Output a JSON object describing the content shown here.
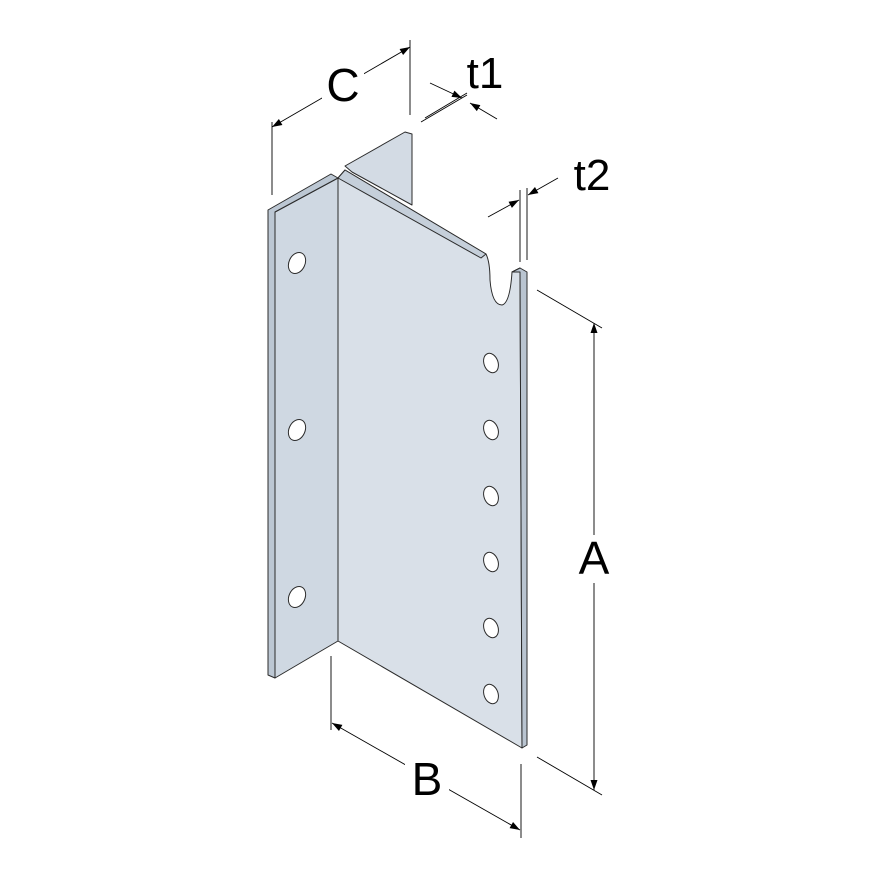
{
  "diagram": {
    "subject": "bracket",
    "colors": {
      "face": "#d9e0e8",
      "flange": "#cdd6e0",
      "edge": "#b9c4d0",
      "stroke": "#2b2b2b"
    },
    "dimensions": {
      "height": "A",
      "width": "B",
      "depth": "C",
      "thickness_1": "t1",
      "thickness_2": "t2"
    }
  }
}
